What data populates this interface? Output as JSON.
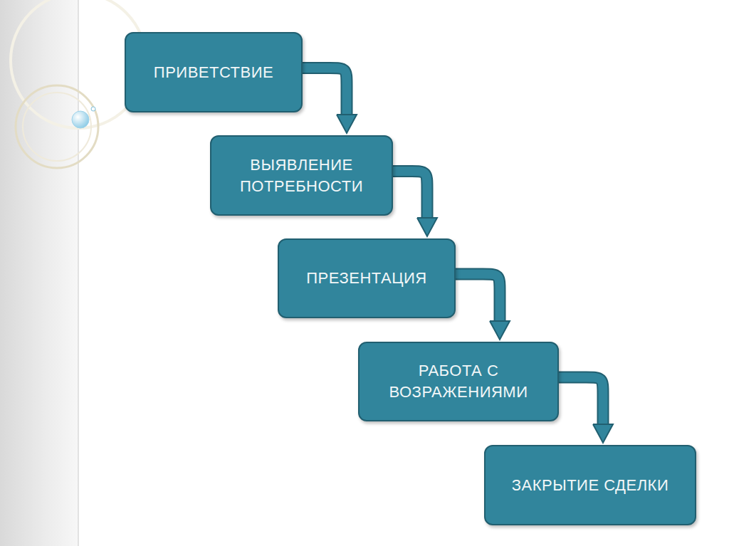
{
  "diagram": {
    "nodes": [
      {
        "text": [
          "ПРИВЕТСТВИЕ"
        ]
      },
      {
        "text": [
          "ВЫЯВЛЕНИЕ ПОТРЕБНОСТИ"
        ]
      },
      {
        "text": [
          "ПРЕЗЕНТАЦИЯ"
        ]
      },
      {
        "text": [
          "РАБОТА С ВОЗРАЖЕНИЯМИ"
        ]
      },
      {
        "text": [
          "ЗАКРЫТИЕ СДЕЛКИ"
        ]
      }
    ],
    "edges": [
      {
        "from": 0,
        "to": 1,
        "arrow": "to"
      },
      {
        "from": 1,
        "to": 2,
        "arrow": "to"
      },
      {
        "from": 2,
        "to": 3,
        "arrow": "to"
      },
      {
        "from": 3,
        "to": 4,
        "arrow": "to"
      }
    ]
  }
}
